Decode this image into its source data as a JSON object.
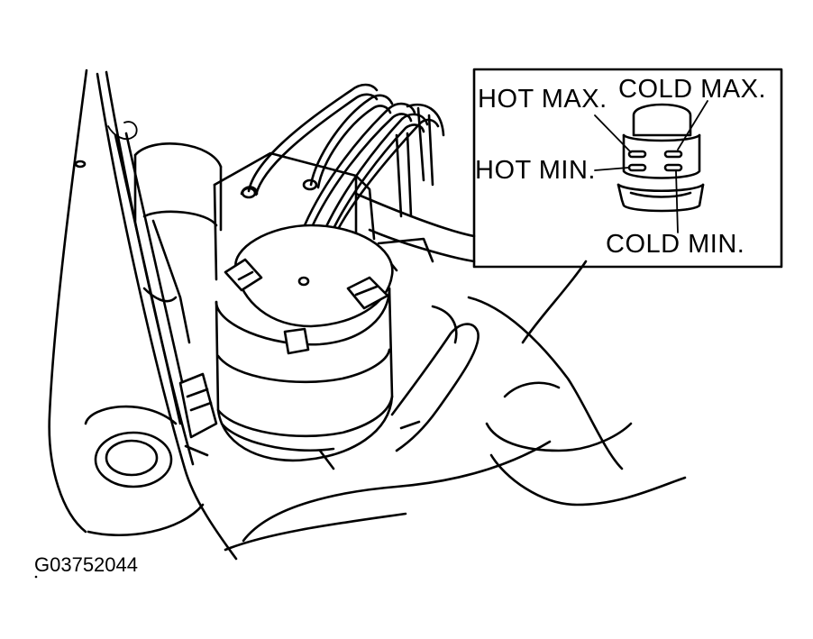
{
  "labels": {
    "hot_max": "HOT MAX.",
    "cold_max": "COLD MAX.",
    "hot_min": "HOT MIN.",
    "cold_min": "COLD MIN."
  },
  "figure_code": "G03752044",
  "colors": {
    "line": "#000000",
    "background": "#ffffff"
  }
}
